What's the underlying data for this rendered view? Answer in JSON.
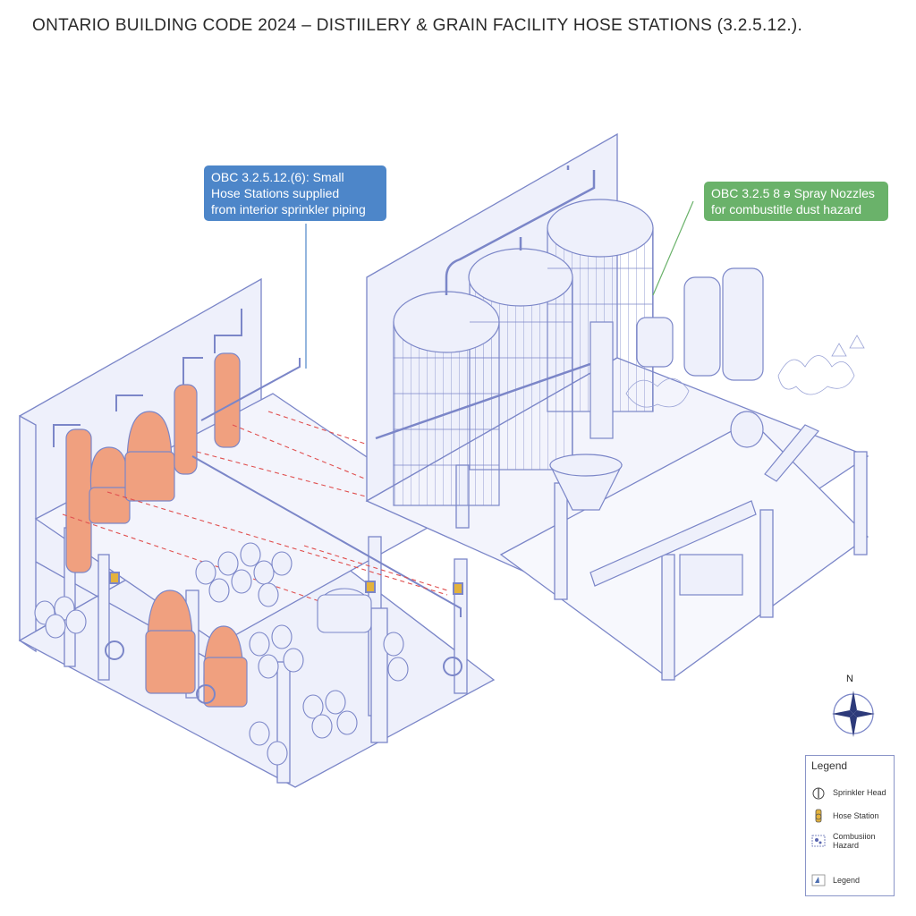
{
  "title": "ONTARIO BUILDING CODE 2024 – DISTIILERY & GRAIN FACILITY HOSE STATIONS (3.2.5.12.).",
  "callouts": {
    "hose_stations": {
      "line1": "OBC 3.2.5.12.(6): Small",
      "line2": "Hose Stations supplied",
      "line3": "from interior sprinkler piping",
      "color": "#4d86c9"
    },
    "dust": {
      "line1": "OBC 3.2.5 8 ǝ Spray Nozzles",
      "line2": "for combustitle dust hazard",
      "color": "#6ab26a"
    }
  },
  "compass": {
    "label": "N",
    "icon": "compass-rose-icon"
  },
  "legend": {
    "title": "Legend",
    "items": [
      {
        "label": "Sprinkler Head",
        "icon": "sprinkler-head-icon"
      },
      {
        "label": "Hose Station",
        "icon": "hose-station-icon"
      },
      {
        "label": "Combusiion Hazard",
        "icon": "combustion-hazard-icon"
      },
      {
        "label": "Legend",
        "icon": "legend-icon"
      }
    ]
  },
  "colors": {
    "line": "#7b86c8",
    "fill": "#eef0fb",
    "copper": "#f0a07f",
    "hose": "#e3b23c",
    "pipe_dashed": "#e05050"
  }
}
